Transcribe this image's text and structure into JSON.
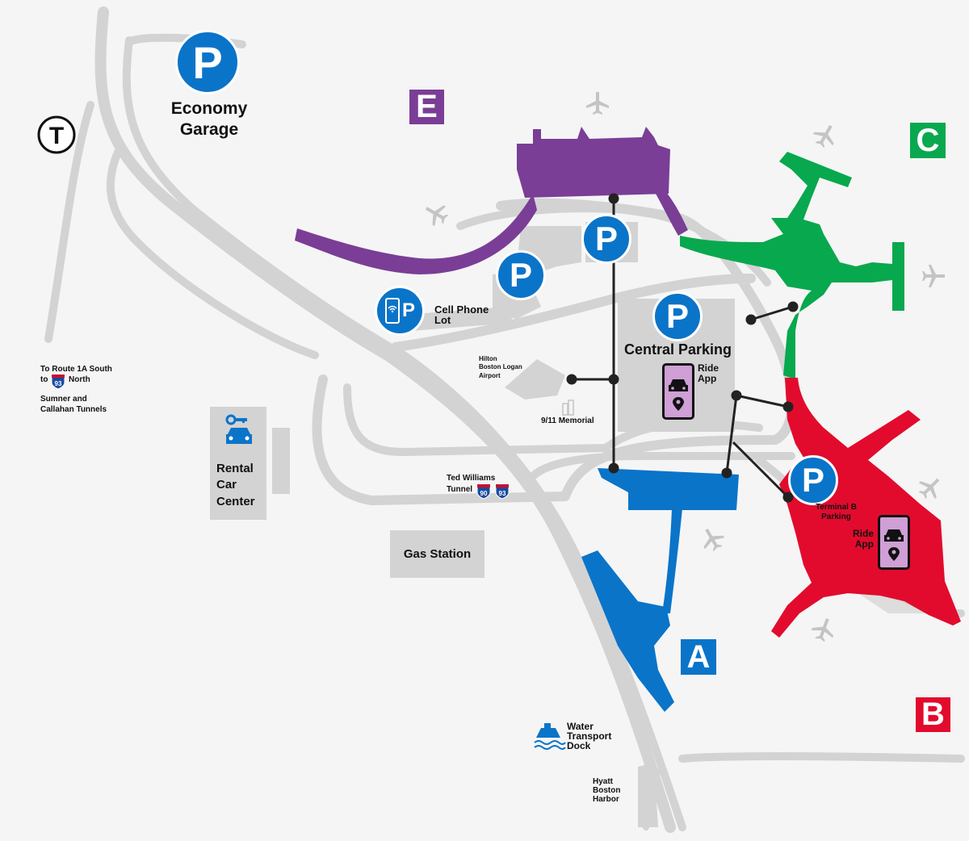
{
  "terminals": {
    "A": {
      "letter": "A",
      "color": "#0a74c9"
    },
    "B": {
      "letter": "B",
      "color": "#e20b2d"
    },
    "C": {
      "letter": "C",
      "color": "#08a84e"
    },
    "E": {
      "letter": "E",
      "color": "#7a3e96"
    }
  },
  "colors": {
    "road": "#d3d3d3",
    "background": "#f5f5f5",
    "parking": "#0a74c9",
    "walkway": "#222222"
  },
  "parking": {
    "letter": "P",
    "economy": {
      "line1": "Economy",
      "line2": "Garage"
    },
    "central": "Central Parking",
    "cell_phone": {
      "line1": "Cell Phone",
      "line2": "Lot"
    },
    "terminal_b": {
      "line1": "Terminal B",
      "line2": "Parking"
    }
  },
  "ride_app": {
    "line1": "Ride",
    "line2": "App"
  },
  "labels": {
    "route_1a": {
      "line1": "To Route 1A South",
      "line2_prefix": "to",
      "line2_suffix": "North"
    },
    "tunnels": {
      "line1": "Sumner and",
      "line2": "Callahan Tunnels"
    },
    "rental": {
      "line1": "Rental",
      "line2": "Car",
      "line3": "Center"
    },
    "ted_williams": {
      "line1": "Ted Williams",
      "line2": "Tunnel"
    },
    "gas_station": "Gas Station",
    "hilton": {
      "line1": "Hilton",
      "line2": "Boston Logan",
      "line3": "Airport"
    },
    "memorial": "9/11 Memorial",
    "water": {
      "line1": "Water",
      "line2": "Transport",
      "line3": "Dock"
    },
    "hyatt": {
      "line1": "Hyatt",
      "line2": "Boston",
      "line3": "Harbor"
    }
  },
  "highways": {
    "i93": "93",
    "i90": "90"
  },
  "transit": {
    "t_symbol": "T"
  },
  "icons": [
    "airplane-icon",
    "parking-icon",
    "car-icon",
    "phone-wifi-icon",
    "location-pin-icon",
    "ferry-icon",
    "t-station-icon",
    "interstate-shield-icon",
    "memorial-icon"
  ]
}
